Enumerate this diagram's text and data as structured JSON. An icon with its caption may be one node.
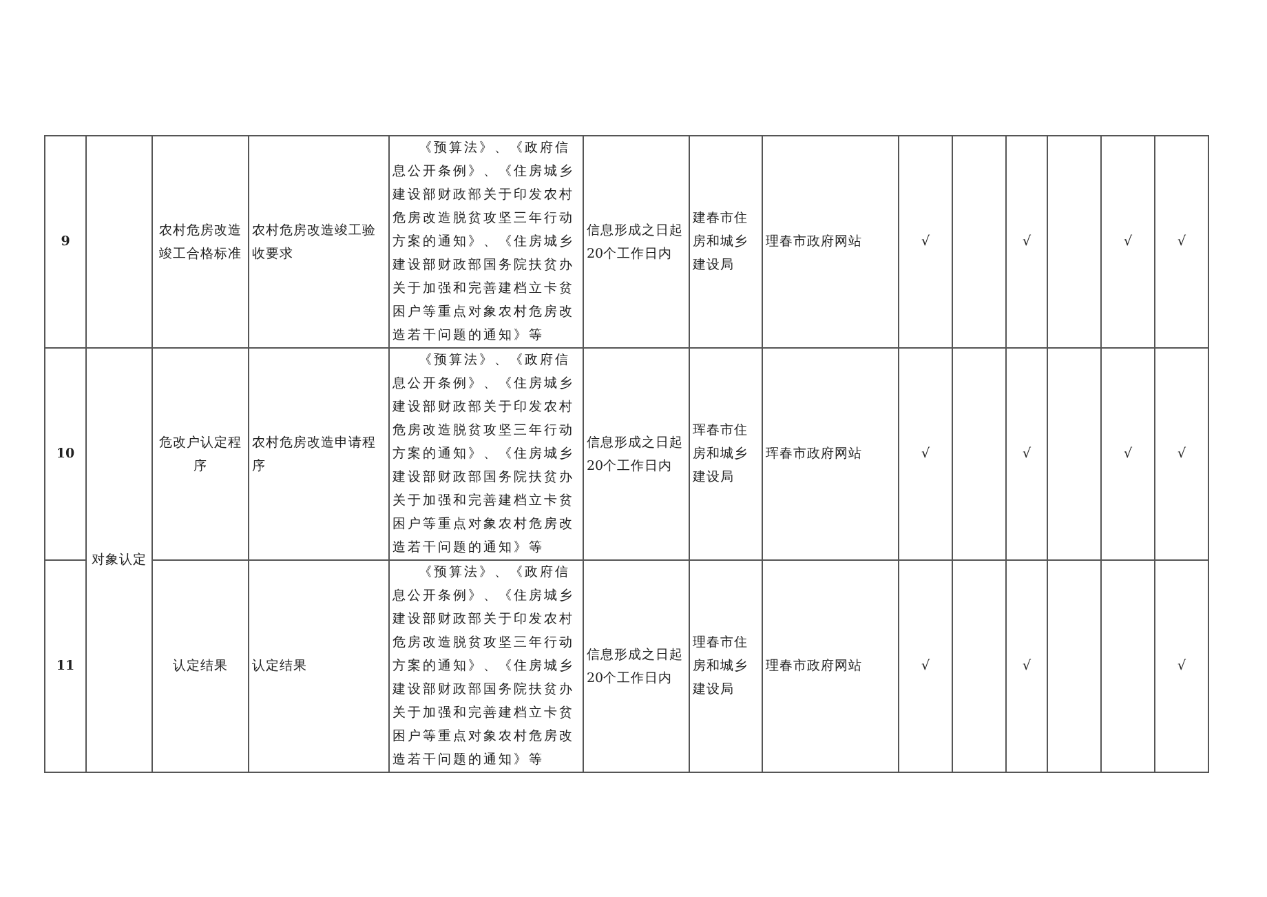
{
  "diagram": {
    "labels": [
      "9",
      "农村危房改造竣工合格标准",
      "农村危房改造竣工验收要求",
      "《预算法》、《政府信息公开条例》、《住房城乡建设部财政部关于印发农村危房改造脱贫攻坚三年行动方案的通知》、《住房城乡建设部财政部国务院扶贫办关于加强和完善建档立卡贫困户等重点对象农村危房改造若干问题的通知》等",
      "信息形成之日起20个工作日内",
      "建春市住房和城乡建设局",
      "理春市政府网站",
      "√",
      "√",
      "√",
      "√",
      "10",
      "对象认定",
      "危改户认定程序",
      "农村危房改造申请程序",
      "《预算法》、《政府信息公开条例》、《住房城乡建设部财政部关于印发农村危房改造脱贫攻坚三年行动方案的通知》、《住房城乡建设部财政部国务院扶贫办关于加强和完善建档立卡贫困户等重点对象农村危房改造若干问题的通知》等",
      "信息形成之日起20个工作日内",
      "珲春市住房和城乡建设局",
      "珲春市政府网站",
      "√",
      "√",
      "√",
      "√",
      "11",
      "认定结果",
      "认定结果",
      "《预算法》、《政府信息公开条例》、《住房城乡建设部财政部关于印发农村危房改造脱贫攻坚三年行动方案的通知》、《住房城乡建设部财政部国务院扶贫办关于加强和完善建档立卡贫困户等重点对象农村危房改造若干问题的通知》等",
      "信息形成之日起20个工作日内",
      "理春市住房和城乡建设局",
      "理春市政府网站",
      "√",
      "√",
      "√"
    ]
  }
}
